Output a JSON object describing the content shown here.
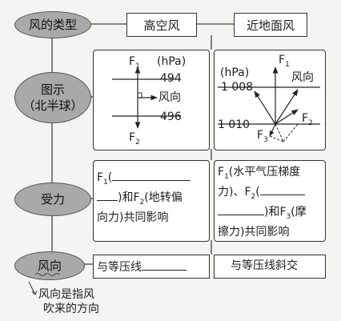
{
  "row_labels": {
    "type": "风的类型",
    "diagram_line1": "图示",
    "diagram_line2": "（北半球）",
    "forces": "受力",
    "direction": "风向"
  },
  "columns": {
    "high_altitude": "高空风",
    "near_surface": "近地面风"
  },
  "high_diagram": {
    "pressure_unit": "(hPa)",
    "isobar_upper": "494",
    "isobar_lower": "496",
    "wind_label": "风向",
    "f1_label": "F",
    "f1_sub": "1",
    "f2_label": "F",
    "f2_sub": "2"
  },
  "near_diagram": {
    "pressure_unit": "(hPa)",
    "isobar_upper": "1 008",
    "isobar_lower": "1 010",
    "wind_label": "风向",
    "f1_label": "F",
    "f1_sub": "1",
    "f2_label": "F",
    "f2_sub": "2",
    "f3_label": "F",
    "f3_sub": "3"
  },
  "forces": {
    "high_line1_prefix": "F",
    "high_line1_sub": "1",
    "high_line1_after": "(",
    "high_line2_after": ")和F",
    "high_line2_sub": "2",
    "high_line2_end": "(地转偏",
    "high_line3": "向力)共同影响",
    "near_line1_prefix": "F",
    "near_line1_sub": "1",
    "near_line1_rest": "(水平气压梯度",
    "near_line2_start": "力)、F",
    "near_line2_sub": "2",
    "near_line2_end": "(",
    "near_line3_after": ")和F",
    "near_line3_sub": "3",
    "near_line3_end": "(摩",
    "near_line4": "擦力)共同影响"
  },
  "direction": {
    "high": "与等压线",
    "near": "与等压线斜交"
  },
  "note": {
    "line1": "风向是指风",
    "line2": "吹来的方向"
  },
  "colors": {
    "ellipse_fill": "#a9a9a9",
    "line": "#333333",
    "background": "#f4f4f2"
  }
}
